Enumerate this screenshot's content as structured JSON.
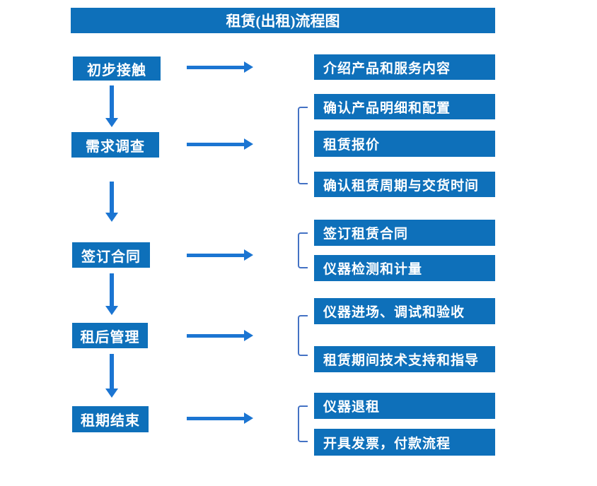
{
  "title": "租赁(出租)流程图",
  "colors": {
    "box_blue": "#0E70BA",
    "arrow_blue": "#1B75D2",
    "bracket_blue": "#4472C4",
    "text_white": "#FFFFFF",
    "background": "#FFFFFF"
  },
  "steps": [
    {
      "label": "初步接触",
      "outputs": [
        "介绍产品和服务内容"
      ]
    },
    {
      "label": "需求调查",
      "outputs": [
        "确认产品明细和配置",
        "租赁报价",
        "确认租赁周期与交货时间"
      ]
    },
    {
      "label": "签订合同",
      "outputs": [
        "签订租赁合同",
        "仪器检测和计量"
      ]
    },
    {
      "label": "租后管理",
      "outputs": [
        "仪器进场、调试和验收",
        "租赁期间技术支持和指导"
      ]
    },
    {
      "label": "租期结束",
      "outputs": [
        "仪器退租",
        "开具发票，付款流程"
      ]
    }
  ]
}
